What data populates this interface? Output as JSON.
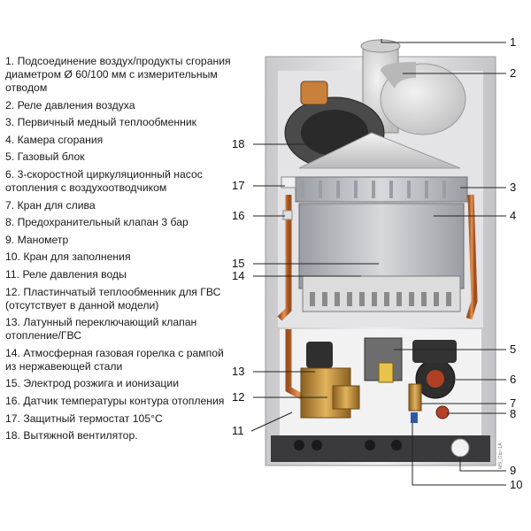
{
  "legend": [
    {
      "num": "1.",
      "text": "Подсоединение воздух/продукты сгорания\nдиаметром Ø 60/100 мм с измерительным\nотводом"
    },
    {
      "num": "2.",
      "text": "Реле давления воздуха"
    },
    {
      "num": "3.",
      "text": "Первичный медный теплообменник"
    },
    {
      "num": "4.",
      "text": "Камера сгорания"
    },
    {
      "num": "5.",
      "text": "Газовый блок"
    },
    {
      "num": "6.",
      "text": "3-скоростной циркуляционный насос\nотопления с воздухоотводчиком"
    },
    {
      "num": "7.",
      "text": "Кран для слива"
    },
    {
      "num": "8.",
      "text": "Предохранительный клапан 3 бар"
    },
    {
      "num": "9.",
      "text": "Манометр"
    },
    {
      "num": "10.",
      "text": "Кран для заполнения"
    },
    {
      "num": "11.",
      "text": "Реле давления воды"
    },
    {
      "num": "12.",
      "text": "Пластинчатый теплообменник для ГВС\n(отсутствует в данной модели)"
    },
    {
      "num": "13.",
      "text": "Латунный переключающий клапан\nотопление/ГВС"
    },
    {
      "num": "14.",
      "text": "Атмосферная газовая горелка с рампой\nиз нержавеющей стали"
    },
    {
      "num": "15.",
      "text": "Электрод розжига и ионизации"
    },
    {
      "num": "16.",
      "text": "Датчик температуры контура отопления"
    },
    {
      "num": "17.",
      "text": "Защитный термостат 105°C"
    },
    {
      "num": "18.",
      "text": "Вытяжной вентилятор."
    }
  ],
  "callouts": {
    "c1": "1",
    "c2": "2",
    "c3": "3",
    "c4": "4",
    "c5": "5",
    "c6": "6",
    "c7": "7",
    "c8": "8",
    "c9": "9",
    "c10": "10",
    "c11": "11",
    "c12": "12",
    "c13": "13",
    "c14": "14",
    "c15": "15",
    "c16": "16",
    "c17": "17",
    "c18": "18"
  },
  "watermark": "MS_Olo~1A",
  "colors": {
    "frame": "#d9d9dc",
    "copper": "#c8733a",
    "dark": "#2b2b2b",
    "brass": "#b58a3c"
  }
}
